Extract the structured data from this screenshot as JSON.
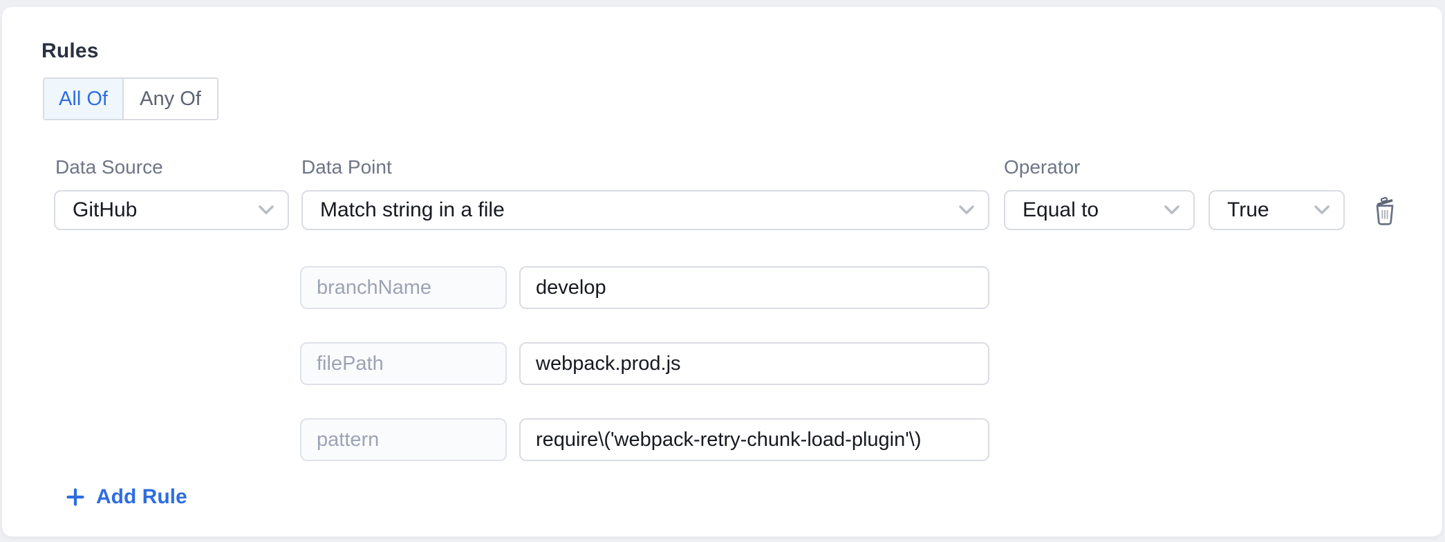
{
  "rules": {
    "title": "Rules",
    "match_toggle": {
      "options": [
        {
          "label": "All Of",
          "selected": true
        },
        {
          "label": "Any Of",
          "selected": false
        }
      ]
    },
    "rule": {
      "data_source": {
        "label": "Data Source",
        "value": "GitHub"
      },
      "data_point": {
        "label": "Data Point",
        "value": "Match string in a file"
      },
      "operator": {
        "label": "Operator",
        "value": "Equal to"
      },
      "operand": {
        "value": "True"
      },
      "params": [
        {
          "key": "branchName",
          "value": "develop"
        },
        {
          "key": "filePath",
          "value": "webpack.prod.js"
        },
        {
          "key": "pattern",
          "value": "require\\('webpack-retry-chunk-load-plugin'\\)"
        }
      ]
    },
    "add_rule_label": "Add Rule"
  },
  "colors": {
    "page_background": "#eef0f4",
    "card_background": "#ffffff",
    "accent_blue": "#2e6ddf",
    "active_segment_background": "#eff7fc",
    "border": "#d9dce3",
    "label_gray": "#6e7585",
    "value_text": "#16191f",
    "key_placeholder_gray": "#9ca3b3",
    "trash_gray": "#667085"
  },
  "icons": {
    "chevron": "chevron-down-icon",
    "trash": "trash-icon",
    "plus": "plus-icon"
  }
}
